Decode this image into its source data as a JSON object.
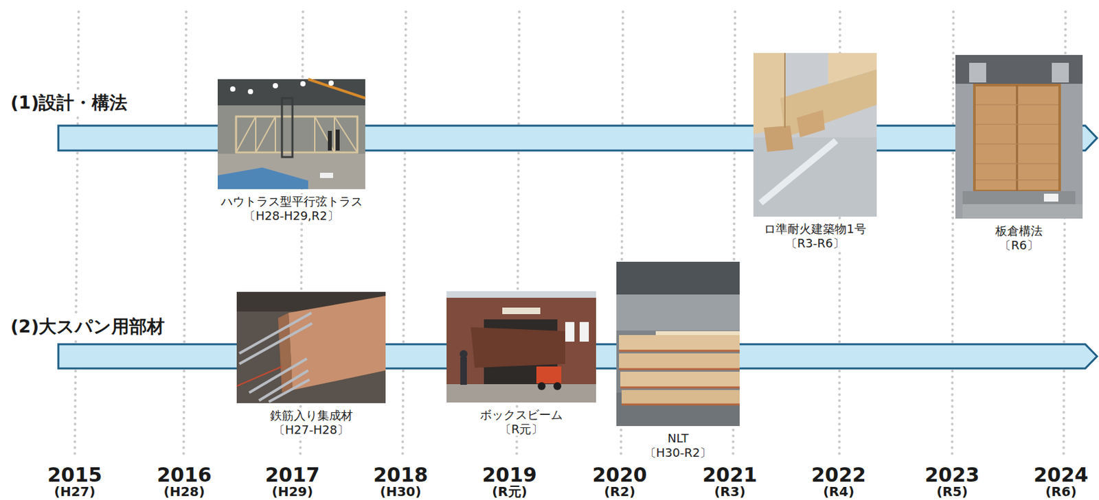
{
  "diagram": {
    "nodes": [
      {
        "text": [
          "(1)設計・構法"
        ]
      },
      {
        "text": [
          "ハウトラス型平行弦トラス",
          "〔H28-H29,R2〕"
        ]
      },
      {
        "text": [
          "ロ準耐火建築物1号",
          "〔R3-R6〕"
        ]
      },
      {
        "text": [
          "板倉構法",
          "〔R6〕"
        ]
      },
      {
        "text": [
          "(2)大スパン用部材"
        ]
      },
      {
        "text": [
          "鉄筋入り集成材",
          "〔H27-H28〕"
        ]
      },
      {
        "text": [
          "ボックスビーム",
          "〔R元〕"
        ]
      },
      {
        "text": [
          "NLT",
          "〔H30-R2〕"
        ]
      }
    ],
    "labels": [
      "2015",
      "(H27)",
      "2016",
      "(H28)",
      "2017",
      "(H29)",
      "2018",
      "(H30)",
      "2019",
      "(R元)",
      "2020",
      "(R2)",
      "2021",
      "(R3)",
      "2022",
      "(R4)",
      "2023",
      "(R5)",
      "2024",
      "(R6)"
    ]
  }
}
